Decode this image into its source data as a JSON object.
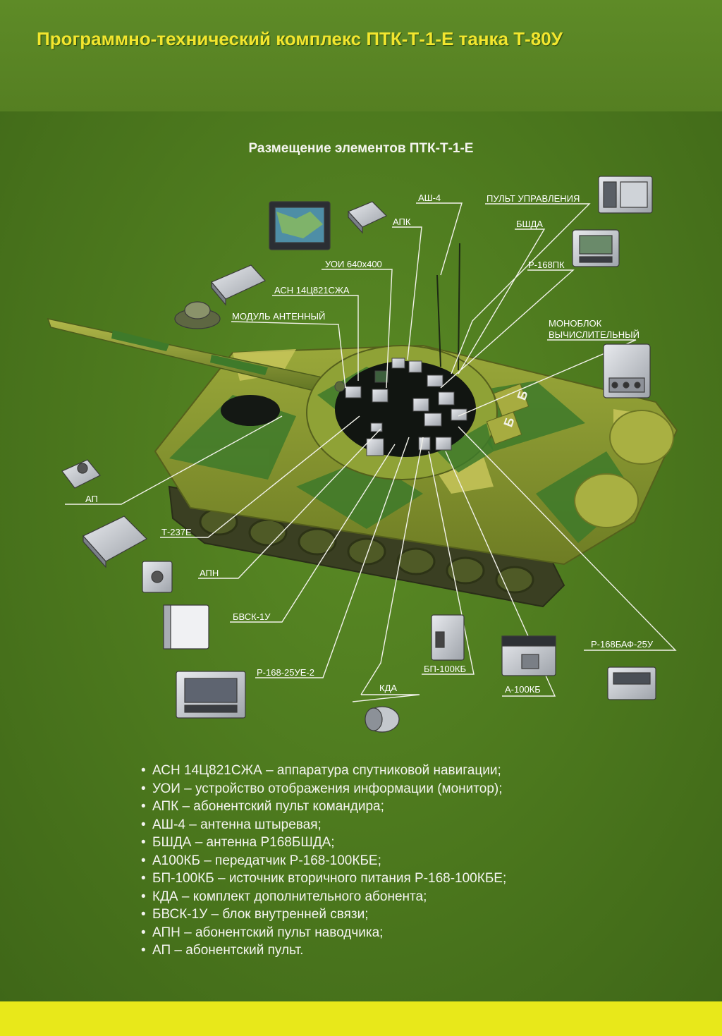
{
  "header": {
    "title": "Программно-технический комплекс ПТК-Т-1-Е танка Т-80У"
  },
  "diagram": {
    "title": "Размещение элементов ПТК-Т-1-Е",
    "labels": {
      "ash4": "АШ-4",
      "pult_upravleniya": "ПУЛЬТ УПРАВЛЕНИЯ",
      "apk": "АПК",
      "bshda": "БШДА",
      "uoi": "УОИ 640х400",
      "r168pk": "Р-168ПК",
      "asn": "АСН 14Ц821СЖА",
      "modul_antennyi": "МОДУЛЬ АНТЕННЫЙ",
      "monoblok_1": "МОНОБЛОК",
      "monoblok_2": "ВЫЧИСЛИТЕЛЬНЫЙ",
      "ap": "АП",
      "t237e": "Т-237Е",
      "apn": "АПН",
      "bvsk": "БВСК-1У",
      "r168_25ue2": "Р-168-25УЕ-2",
      "kda": "КДА",
      "bp100kb": "БП-100КБ",
      "a100kb": "А-100КБ",
      "r168baf": "Р-168БАФ-25У"
    },
    "turret_markings": [
      "Б",
      "Б"
    ]
  },
  "legend": [
    "АСН 14Ц821СЖА – аппаратура спутниковой навигации;",
    "УОИ – устройство отображения информации (монитор);",
    "АПК – абонентский пульт командира;",
    "АШ-4 – антенна штыревая;",
    "БШДА – антенна Р168БШДА;",
    "А100КБ – передатчик Р-168-100КБЕ;",
    "БП-100КБ – источник вторичного питания Р-168-100КБЕ;",
    "КДА – комплект дополнительного абонента;",
    "БВСК-1У – блок внутренней связи;",
    "АПН – абонентский пульт наводчика;",
    "АП – абонентский пульт."
  ]
}
